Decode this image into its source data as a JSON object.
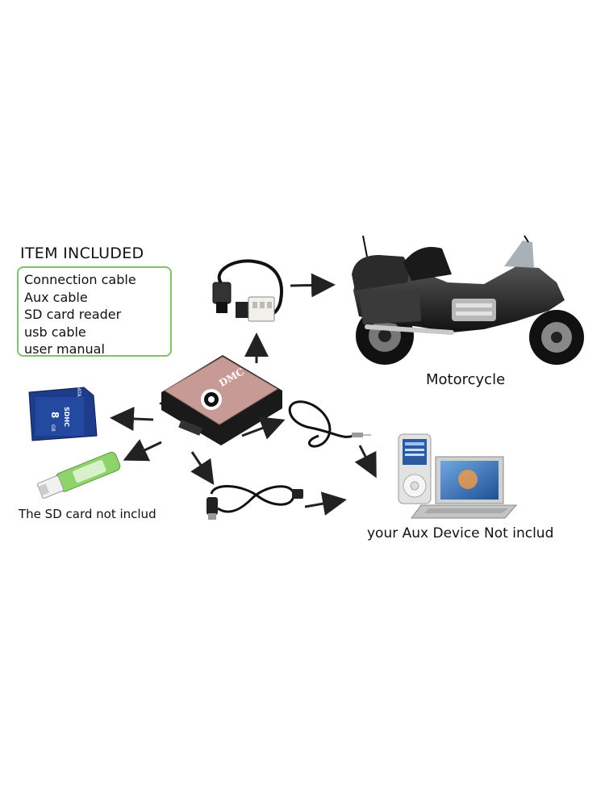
{
  "items_included": {
    "title": "ITEM INCLUDED",
    "items": [
      "Connection cable",
      "Aux cable",
      "SD card reader",
      "usb cable",
      "user manual"
    ]
  },
  "labels": {
    "motorcycle": "Motorcycle",
    "aux_device": "your Aux Device Not includ",
    "sd_card": "The SD card  not includ"
  },
  "device": {
    "brand": "DMC"
  },
  "sd_card": {
    "brand": "ADATA",
    "capacity": "8",
    "unit": "GB",
    "type": "SDHC"
  },
  "colors": {
    "device_body": "#c79a95",
    "device_frame": "#222222",
    "box_border": "#7cc36b",
    "arrow": "#222222",
    "sd_card_body": "#1d3c8c",
    "reader_body": "#8fd36b"
  }
}
